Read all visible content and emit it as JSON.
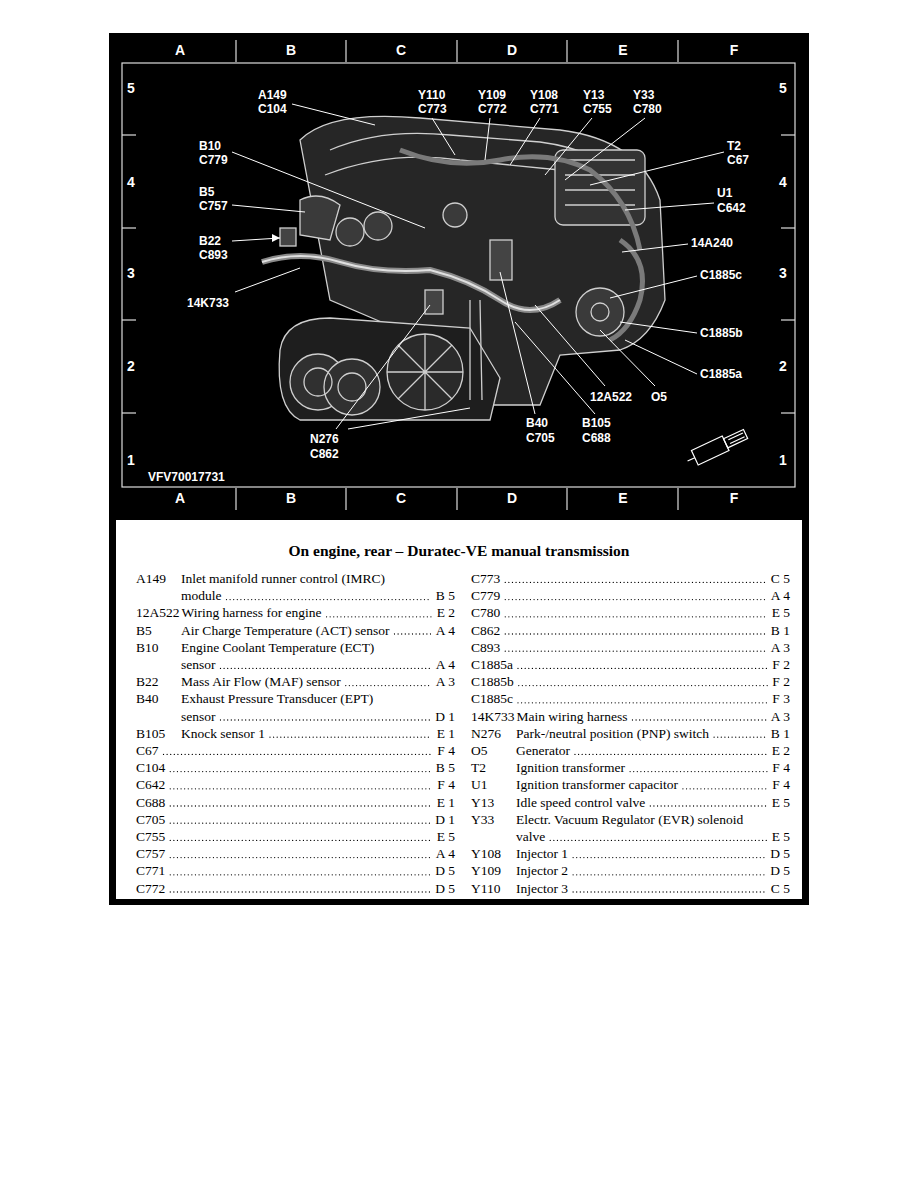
{
  "diagram": {
    "title": "On engine, rear – Duratec-VE manual transmission",
    "labels": [
      "A",
      "B",
      "C",
      "D",
      "E",
      "F",
      "A",
      "B",
      "C",
      "D",
      "E",
      "F",
      "5",
      "4",
      "3",
      "2",
      "1",
      "5",
      "4",
      "3",
      "2",
      "1",
      "A149",
      "C104",
      "Y110",
      "C773",
      "Y109",
      "C772",
      "Y108",
      "C771",
      "Y13",
      "C755",
      "Y33",
      "C780",
      "B10",
      "C779",
      "T2",
      "C67",
      "B5",
      "C757",
      "U1",
      "C642",
      "B22",
      "C893",
      "14A240",
      "C1885c",
      "14K733",
      "C1885b",
      "C1885a",
      "12A522",
      "O5",
      "B40",
      "C705",
      "B105",
      "C688",
      "N276",
      "C862",
      "VFV70017731",
      "A149",
      "Inlet manifold runner control (IMRC) module",
      "B 5",
      "12A522",
      "Wiring harness for engine",
      "E 2",
      "B5",
      "Air Charge Temperature (ACT) sensor",
      "A 4",
      "B10",
      "Engine Coolant Temperature (ECT) sensor",
      "A 4",
      "B22",
      "Mass Air Flow (MAF) sensor",
      "A 3",
      "B40",
      "Exhaust Pressure Transducer (EPT) sensor",
      "D 1",
      "B105",
      "Knock sensor 1",
      "E 1",
      "C67",
      "F 4",
      "C104",
      "B 5",
      "C642",
      "F 4",
      "C688",
      "E 1",
      "C705",
      "D 1",
      "C755",
      "E 5",
      "C757",
      "A 4",
      "C771",
      "D 5",
      "C772",
      "D 5",
      "C773",
      "C 5",
      "C779",
      "A 4",
      "C780",
      "E 5",
      "C862",
      "B 1",
      "C893",
      "A 3",
      "C1885a",
      "F 2",
      "C1885b",
      "F 2",
      "C1885c",
      "F 3",
      "14K733",
      "Main wiring harness",
      "A 3",
      "N276",
      "Park-/neutral position (PNP) switch",
      "B 1",
      "O5",
      "Generator",
      "E 2",
      "T2",
      "Ignition transformer",
      "F 4",
      "U1",
      "Ignition transformer capacitor",
      "F 4",
      "Y13",
      "Idle speed control valve",
      "E 5",
      "Y33",
      "Electr. Vacuum Regulator (EVR) solenoid valve",
      "E 5",
      "Y108",
      "Injector 1",
      "D 5",
      "Y109",
      "Injector 2",
      "D 5",
      "Y110",
      "Injector 3",
      "C 5"
    ]
  }
}
